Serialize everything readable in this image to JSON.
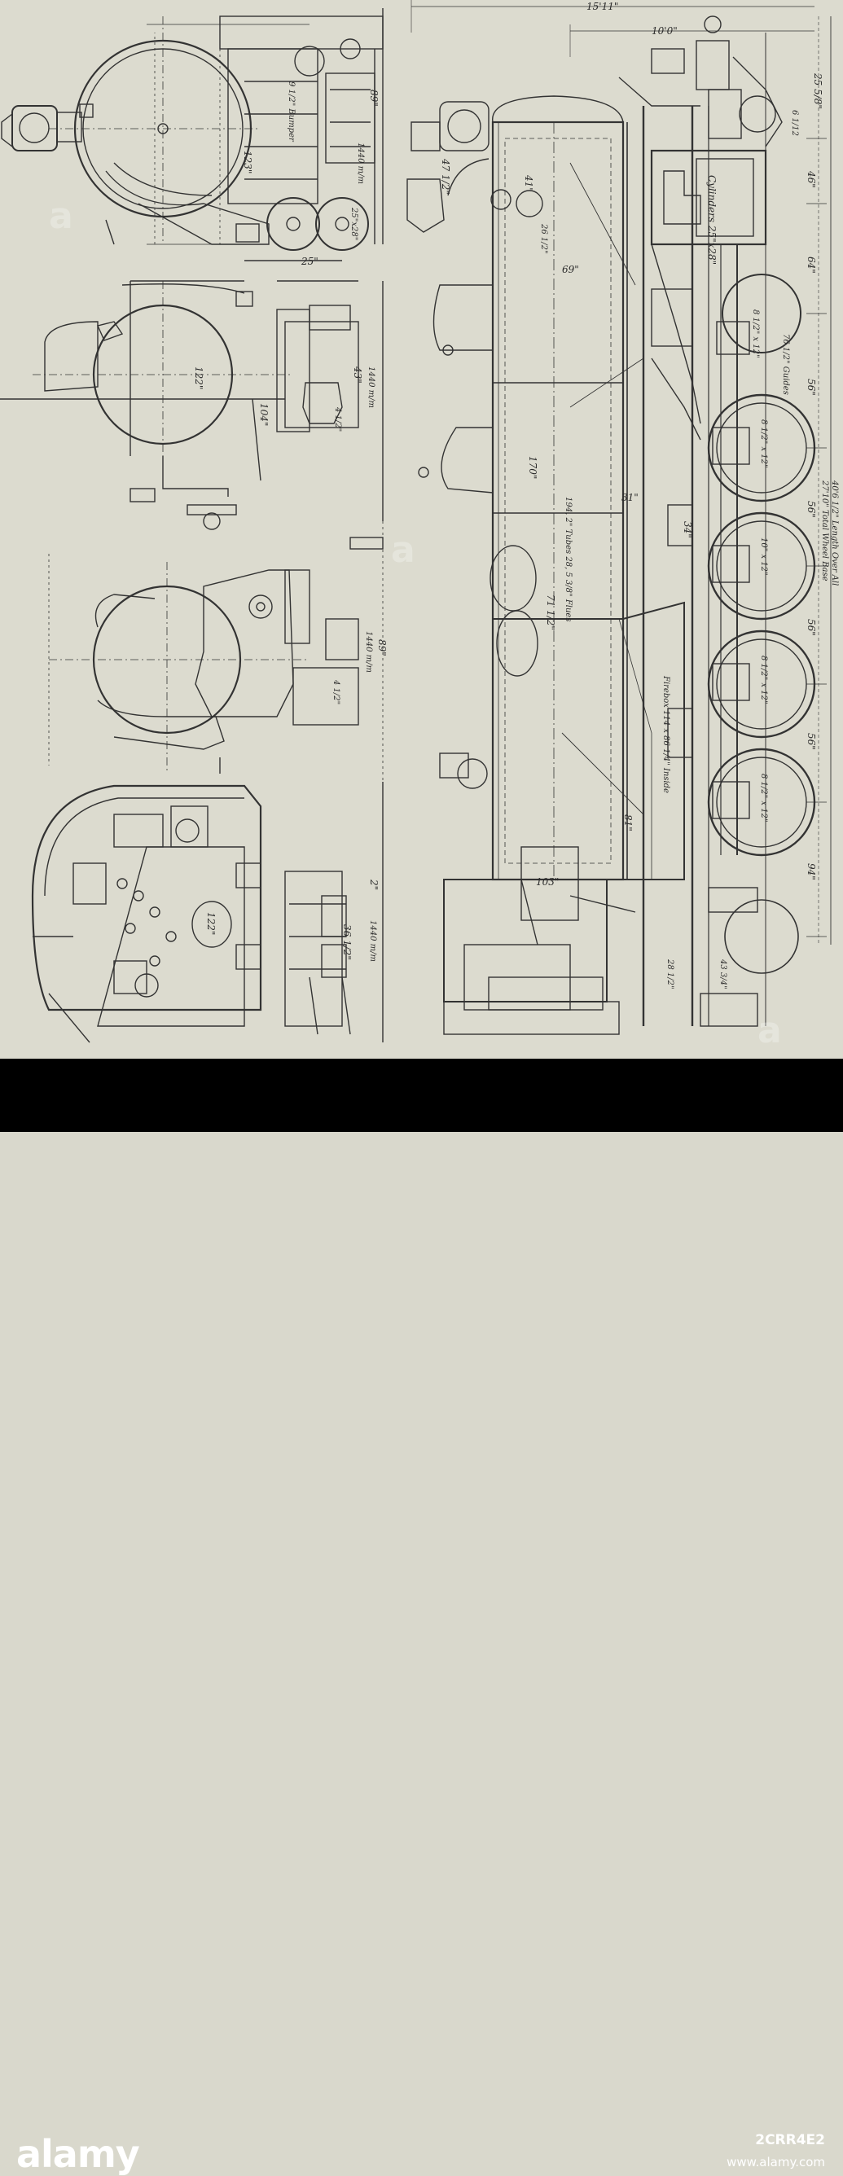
{
  "watermark": {
    "brand": "alamy",
    "image_id": "2CRR4E2",
    "url": "www.alamy.com"
  },
  "dimensions": {
    "overall_top": "15'11\"",
    "top_10ft": "10'0\"",
    "side_258": "25 5/8\"",
    "side_6112": "6 1/12",
    "side_46": "46\"",
    "side_64": "64\"",
    "guides": "76 1/2\" Guides",
    "side_56a": "56\"",
    "side_56b": "56\"",
    "side_56c": "56\"",
    "side_56d": "56\"",
    "side_94": "94\"",
    "wheel_base": "27'10\" Total Wheel Base",
    "length_over_all": "40'6 1/2\" Length Over All",
    "cylinders": "Cylinders 25\"x28\"",
    "tubes": "194, 2\" Tubes 28, 5 3/8\" Flues",
    "firebox": "Firebox 114 x 86 1/4\" Inside",
    "d170": "170\"",
    "d69": "69\"",
    "d41": "41\"",
    "d26": "26 1/2\"",
    "d47": "47 1/2\"",
    "d31": "31\"",
    "d34": "34\"",
    "d71": "71 1/2\"",
    "d81": "81\"",
    "d103": "103\"",
    "d28": "28 1/2\"",
    "d43": "43 3/4\"",
    "j1": "8 1/2\" x 12\"",
    "j2": "8 1/2\" x 12\"",
    "j3": "8 1/2\" x 12\"",
    "j4": "8 1/2\" x 12\"",
    "j5": "10\" x 12\"",
    "bumper": "9 1/2\" Bumper",
    "e123": "123\"",
    "e89a": "89\"",
    "e1440a": "1440 m/m",
    "e25x28": "25\"x28\"",
    "e25": "25\"",
    "s122": "122\"",
    "s104": "104\"",
    "s43": "43\"",
    "s1440": "1440 m/m",
    "s4a": "4 1/2\"",
    "m1440": "1440 m/m",
    "m89": "89\"",
    "m4": "4 1/2\"",
    "r122": "122\"",
    "r1440": "1440 m/m",
    "r36": "36 1/2\"",
    "r2": "2\""
  }
}
